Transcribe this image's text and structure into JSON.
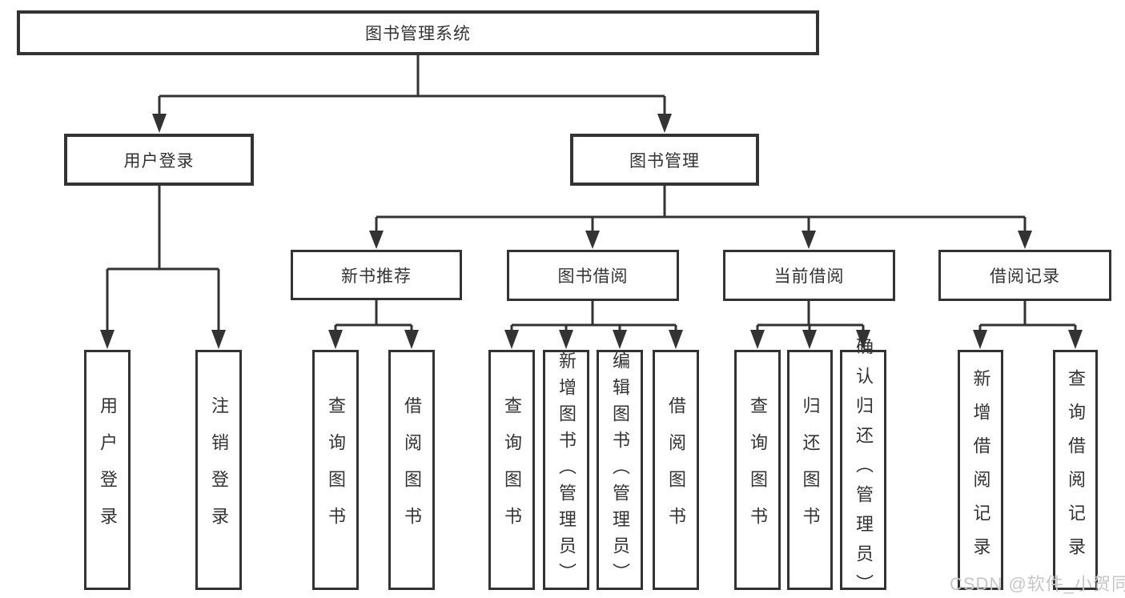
{
  "diagram_type": "hierarchy-tree",
  "tree": {
    "label": "图书管理系统",
    "children": [
      {
        "label": "用户登录",
        "children": [
          {
            "label": "用户登录"
          },
          {
            "label": "注销登录"
          }
        ]
      },
      {
        "label": "图书管理",
        "children": [
          {
            "label": "新书推荐",
            "children": [
              {
                "label": "查询图书"
              },
              {
                "label": "借阅图书"
              }
            ]
          },
          {
            "label": "图书借阅",
            "children": [
              {
                "label": "查询图书"
              },
              {
                "label": "新增图书（管理员）"
              },
              {
                "label": "编辑图书（管理员）"
              },
              {
                "label": "借阅图书"
              }
            ]
          },
          {
            "label": "当前借阅",
            "children": [
              {
                "label": "查询图书"
              },
              {
                "label": "归还图书"
              },
              {
                "label": "确认归还（管理员）"
              }
            ]
          },
          {
            "label": "借阅记录",
            "children": [
              {
                "label": "新增借阅记录"
              },
              {
                "label": "查询借阅记录"
              }
            ]
          }
        ]
      }
    ]
  },
  "watermark": {
    "text": "CSDN @软件_小贺同学"
  },
  "colors": {
    "line": "#333333",
    "box_border": "#333333",
    "box_background": "#ffffff",
    "text": "#333333",
    "watermark": "#c6c6c6"
  }
}
